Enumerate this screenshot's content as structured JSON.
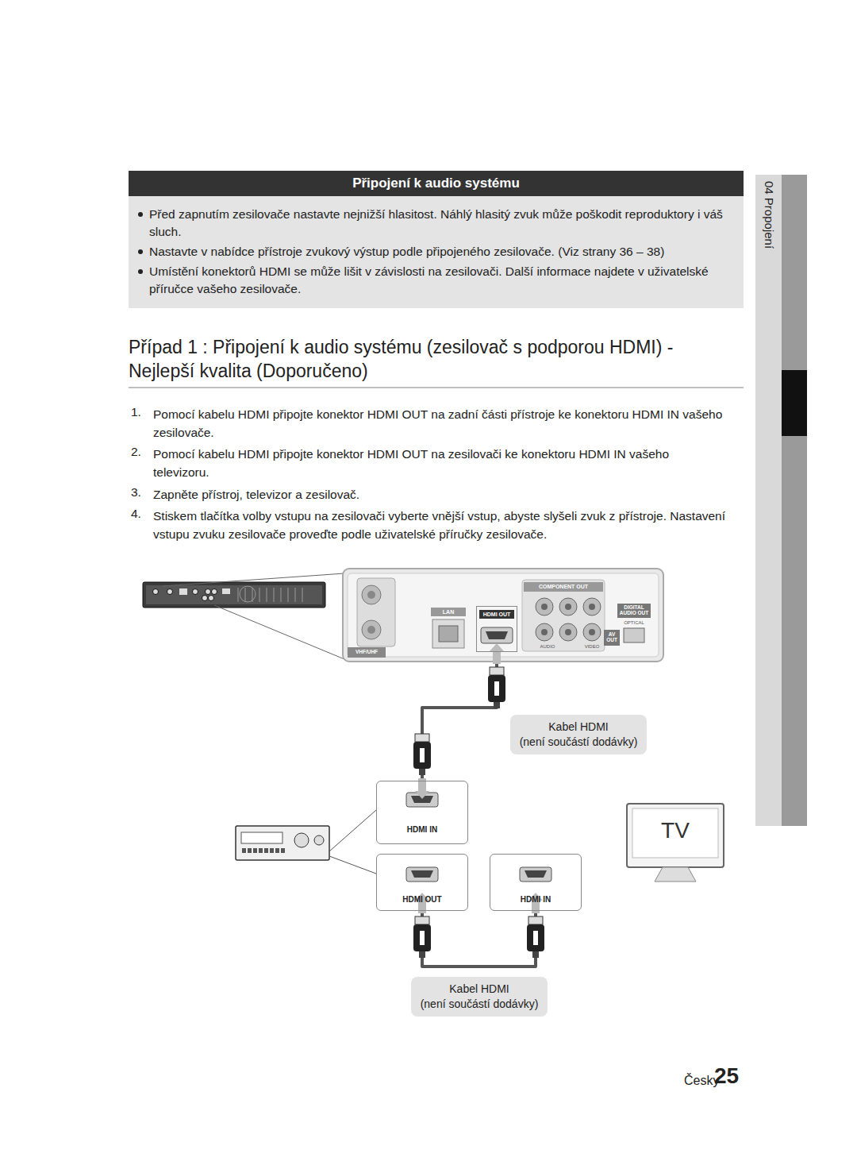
{
  "diagram": {
    "title": "Případ 1 : Připojení k audio systému (zesilovač s podporou HDMI) - Nejlepší kvalita (Doporučeno)",
    "nodes": [
      {
        "text": [
          "Připojení k audio systému"
        ]
      },
      {
        "text": [
          "Před zapnutím zesilovače nastavte nejnižší hlasitost. Náhlý hlasitý zvuk může poškodit reproduktory i váš sluch.",
          "Nastavte v nabídce přístroje zvukový výstup podle připojeného zesilovače. (Viz strany 36 – 38)",
          "Umístění konektorů HDMI se může lišit v závislosti na zesilovači. Další informace najdete v uživatelské příručce vašeho zesilovače."
        ]
      },
      {
        "text": [
          "04 Propojení"
        ]
      },
      {
        "text": [
          "HDMI OUT"
        ]
      },
      {
        "text": [
          "Kabel HDMI",
          "(není součástí dodávky)"
        ]
      },
      {
        "text": [
          "HDMI IN"
        ]
      },
      {
        "text": [
          "HDMI OUT"
        ]
      },
      {
        "text": [
          "HDMI IN"
        ]
      },
      {
        "text": [
          "Kabel HDMI",
          "(není součástí dodávky)"
        ]
      }
    ],
    "edges": [
      {
        "from": 3,
        "to": 5,
        "arrow": "none"
      },
      {
        "from": 6,
        "to": 7,
        "arrow": "none"
      }
    ],
    "labels": [
      "1.",
      "Pomocí kabelu HDMI připojte konektor HDMI OUT na zadní části přístroje ke konektoru HDMI IN vašeho zesilovače.",
      "2.",
      "Pomocí kabelu HDMI připojte konektor HDMI OUT na zesilovači ke konektoru HDMI IN vašeho televizoru.",
      "3.",
      "Zapněte přístroj, televizor a zesilovač.",
      "4.",
      "Stiskem tlačítka volby vstupu na zesilovači vyberte vnější vstup, abyste slyšeli zvuk z přístroje. Nastavení vstupu zvuku zesilovače proveďte podle uživatelské příručky zesilovače.",
      "COMPONENT OUT",
      "LAN",
      "DIGITAL AUDIO OUT",
      "OPTICAL",
      "AV OUT",
      "AUDIO",
      "VIDEO",
      "VHF/UHF",
      "TV",
      "Česky",
      "25"
    ]
  }
}
